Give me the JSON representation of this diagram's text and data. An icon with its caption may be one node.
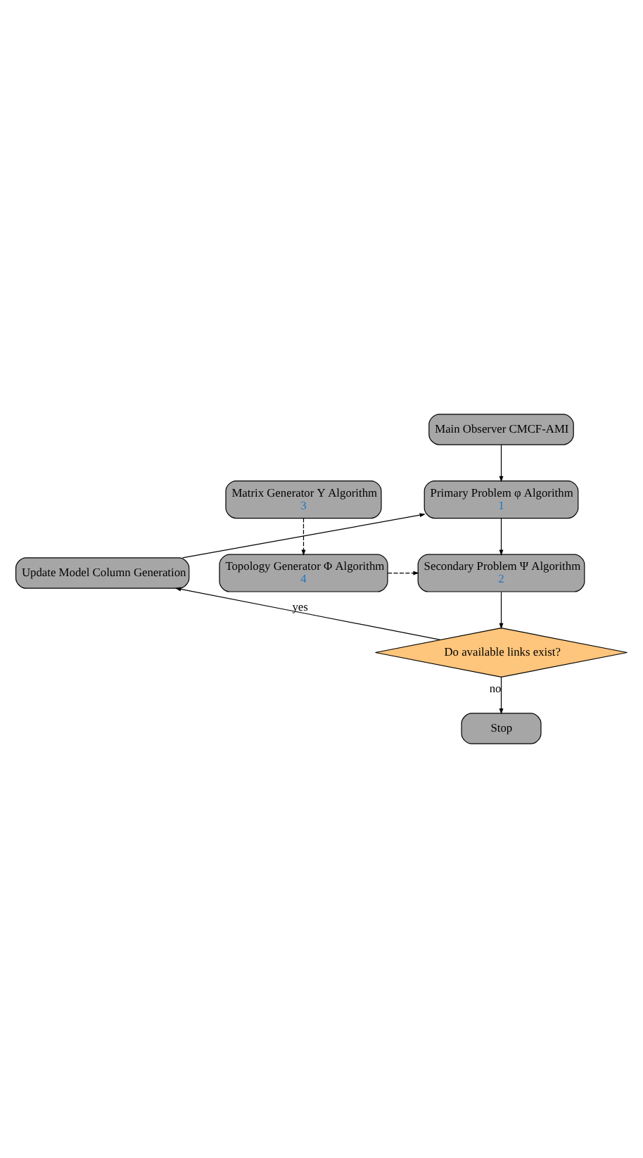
{
  "diagram": {
    "nodes": [
      {
        "text": [
          "Main Observer CMCF-AMI"
        ]
      },
      {
        "text": [
          "Primary Problem φ Algorithm",
          "1"
        ]
      },
      {
        "text": [
          "Matrix Generator Υ Algorithm",
          "3"
        ]
      },
      {
        "text": [
          "Update Model Column Generation"
        ]
      },
      {
        "text": [
          "Secondary Problem Ψ Algorithm",
          "2"
        ]
      },
      {
        "text": [
          "Topology Generator Φ Algorithm",
          "4"
        ]
      },
      {
        "text": [
          "Do available links exist?"
        ]
      },
      {
        "text": [
          "Stop"
        ]
      }
    ],
    "edges": [
      {
        "from": 0,
        "to": 1,
        "arrow": "to"
      },
      {
        "from": 1,
        "to": 4,
        "arrow": "to"
      },
      {
        "from": 2,
        "to": 5,
        "arrow": "to",
        "style": "dashed"
      },
      {
        "from": 5,
        "to": 4,
        "arrow": "to",
        "style": "dashed"
      },
      {
        "from": 4,
        "to": 6,
        "arrow": "to"
      },
      {
        "from": 6,
        "to": 3,
        "label": "yes",
        "arrow": "to"
      },
      {
        "from": 3,
        "to": 1,
        "arrow": "to"
      },
      {
        "from": 6,
        "to": 7,
        "label": "no",
        "arrow": "to"
      }
    ]
  }
}
